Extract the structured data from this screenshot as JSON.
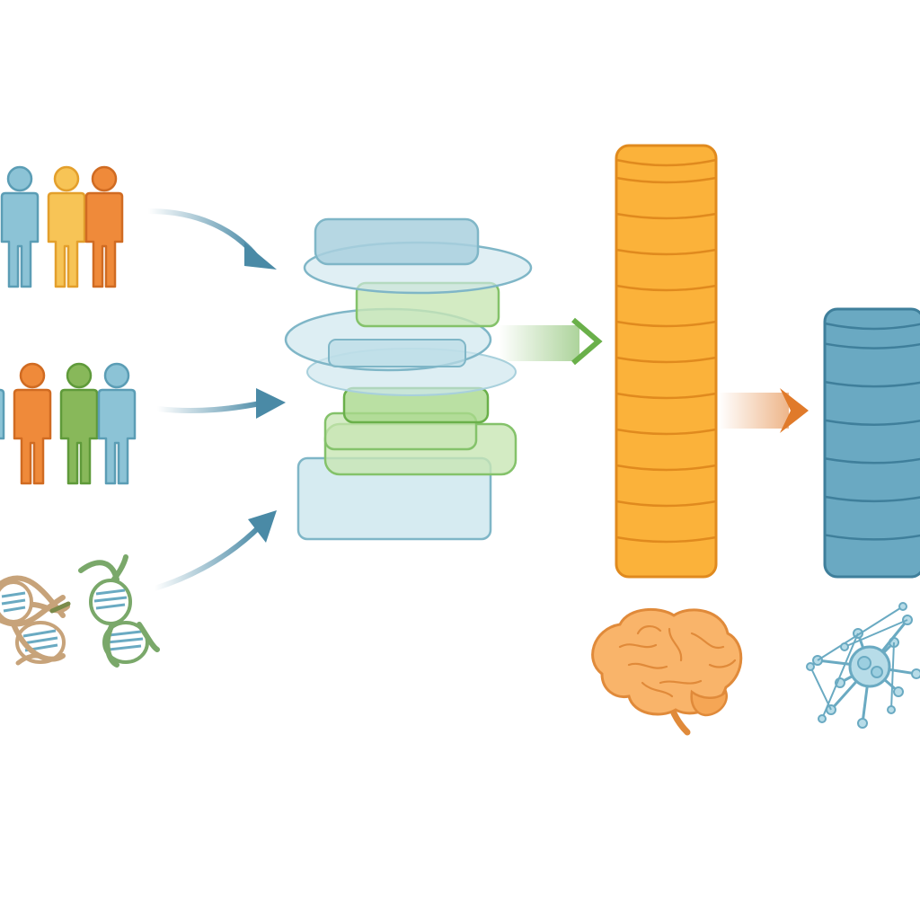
{
  "diagram": {
    "colors": {
      "blue_person": "#8cc3d6",
      "blue_person_stroke": "#5b9db5",
      "yellow_person": "#f7c456",
      "yellow_person_stroke": "#e39f2c",
      "orange_person": "#ef8a3a",
      "orange_person_stroke": "#d06b22",
      "green_person": "#88b85a",
      "green_person_stroke": "#5f9a3a",
      "arrow_blue": "#4a8aa6",
      "arrow_green": "#6ab04a",
      "arrow_orange": "#e07a2a",
      "layer_blue_fill": "#cfe7ee",
      "layer_blue_stroke": "#7fb6c7",
      "layer_green_fill": "#c8e6b4",
      "layer_green_stroke": "#84c26a",
      "orange_column_fill": "#fbb23a",
      "orange_column_stroke": "#e08a1e",
      "blue_column_fill": "#6aa9c2",
      "blue_column_stroke": "#3f7f9b",
      "brain_fill": "#f9b46a",
      "brain_stroke": "#e08a3a",
      "network_fill": "#b7dce8",
      "network_stroke": "#6aaac2",
      "dna_tan": "#c7a37a",
      "dna_green": "#7aa86a",
      "dna_blue": "#6aaac2"
    },
    "people_groups": [
      {
        "name": "group-top",
        "people": [
          "blue",
          "yellow",
          "orange"
        ]
      },
      {
        "name": "group-middle",
        "people": [
          "orange",
          "green",
          "blue"
        ]
      }
    ],
    "icons": {
      "dna_left": "dna-icon",
      "dna_right": "dna-icon",
      "brain": "brain-icon",
      "network": "neural-network-icon"
    },
    "orange_column_segments": 12,
    "blue_column_segments": 7
  }
}
